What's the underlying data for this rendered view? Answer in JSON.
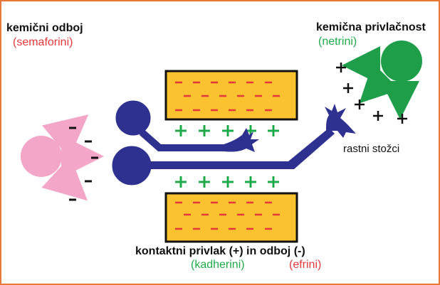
{
  "labels": {
    "repulsion_title": "kemični odboj",
    "repulsion_sub": "(semaforini)",
    "attraction_title": "kemična privlačnost",
    "attraction_sub": "(netrini)",
    "growth_cones": "rastni stožci",
    "contact_title": "kontaktni privlak (+) in odboj (-)",
    "contact_sub_plus": "(kadherini)",
    "contact_sub_minus": "(efrini)"
  },
  "symbols": {
    "minus": "-",
    "plus": "+"
  },
  "colors": {
    "frame": "#e8783a",
    "axon": "#2f3191",
    "repellent_source": "#f3a6c8",
    "attractant_source": "#1f9e4a",
    "plus_sign": "#1faa4a",
    "minus_sign": "#e5383b",
    "cell_fill": "#f9c22e",
    "cell_border": "#111111"
  }
}
